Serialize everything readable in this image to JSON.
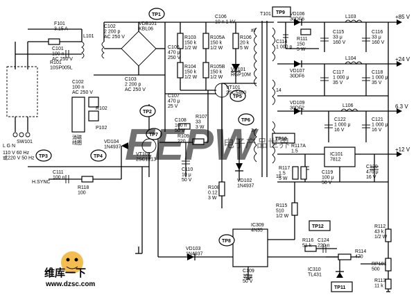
{
  "rails": {
    "r85": "+85 V",
    "r24": "+24 V",
    "r63": "6.3 V",
    "r12": "+12 V"
  },
  "labels": {
    "fuse": "F101\n3.15 A",
    "l101": "L101",
    "c102": "C102\n2 200 p\nAC 250 V",
    "vdb": "VDB101\nKBL06",
    "c101": "C101\n100 n\nAC 250 V",
    "r101": "R101\n10SP005L",
    "c102b": "C102\n100 n\nAC 250 V",
    "c103": "C103\n2 200 p\nAC 250 V",
    "c106": "C106\n470 μ\n250 V",
    "c106b": "C106\n10 n 1 kV",
    "r103": "R103\n150 k\n1/2 W",
    "r105a": "R105A\n150 k\n1/2 W",
    "r106": "R106\n20 k\n5 W",
    "r104": "R104\n150 k\n1/2 W",
    "r105b": "R105B\n150 k\n1/2 W",
    "vd101": "VD101\nRGP10M",
    "vt101": "VT101\n2SC5460",
    "t101": "T101",
    "sw": "SW101",
    "acin": "110 V 60 Hz\n或220 V 50 Hz",
    "lng": "L  G  N",
    "r102": "R102",
    "p102": "P102",
    "degauss": "消磁\n线圈",
    "c107": "C107\n470 μ\n25 V",
    "r107": "R107\n33\n3 W",
    "c108": "C108\n100 n\n50 V",
    "r109": "R109\n220",
    "vd104": "VD104\n1N4937",
    "vt102": "VT102\n2SC1213",
    "c111": "C111\n100 n",
    "hsync": "H.SYNC",
    "r118": "R118\n100",
    "c110": "C110\n10 μ\n50 V",
    "r108": "R108\n0.12\n3 W",
    "vd102": "VD102\n1N4937",
    "vd106": "VD106\n30DF6",
    "c114": "C114\n1 000 p",
    "r111": "R111\n150\n5 W",
    "c115": "C115\n33 μ\n160 V",
    "l103": "L103",
    "c116": "C116\n33 μ\n160 V",
    "vd107": "VD107\n30DF6",
    "c117": "C117\n1 000 μ\n35 V",
    "l104": "L104",
    "c118": "C118\n1 000 μ\n35 V",
    "vd109": "VD109\n30DF2",
    "l106": "L106",
    "c122": "C122\n1 000 μ\n16 V",
    "c121": "C121\n1 000 μ\n16 V",
    "r117a": "R117A\n1.5",
    "r117": "R117\n1.5\n5 W",
    "ic101": "IC101\n7812",
    "c119": "C119\n100 μ\n50 V",
    "c120": "C120\n470 μ\n16 V",
    "r115": "R115\n510\n1/2 W",
    "ic309": "IC309\n4N35",
    "r116": "R116\n51 k",
    "c124": "C124\n220 n",
    "r114": "R114\n470",
    "r112": "R112\n43 k\n1/2 W",
    "rp101": "RP101\n500",
    "r113": "R113\n11 k",
    "ic310": "IC310\nTL431",
    "c109": "C109\n10 μ\n50 V",
    "vd103": "VD103\n1N4937",
    "n7": "#7",
    "n14": "14",
    "n15": "15",
    "n3": "3"
  },
  "testpoints": {
    "tp1": "TP1",
    "tp2": "TP2",
    "tp3": "TP3",
    "tp4": "TP4",
    "tp5": "TP5",
    "tp6": "TP6",
    "tp7": "TP7",
    "tp8": "TP8",
    "tp9": "TP9",
    "tp10": "TP10",
    "tp11": "TP11",
    "tp12": "TP12"
  },
  "watermark": {
    "brand": "EEPW",
    "cn": "电子产品世界",
    "logo_cn": "维库一下",
    "logo_url": "www.dzsc.com",
    "logo_colors": {
      "text": "#e0352e",
      "url": "#1f4fa0"
    }
  }
}
